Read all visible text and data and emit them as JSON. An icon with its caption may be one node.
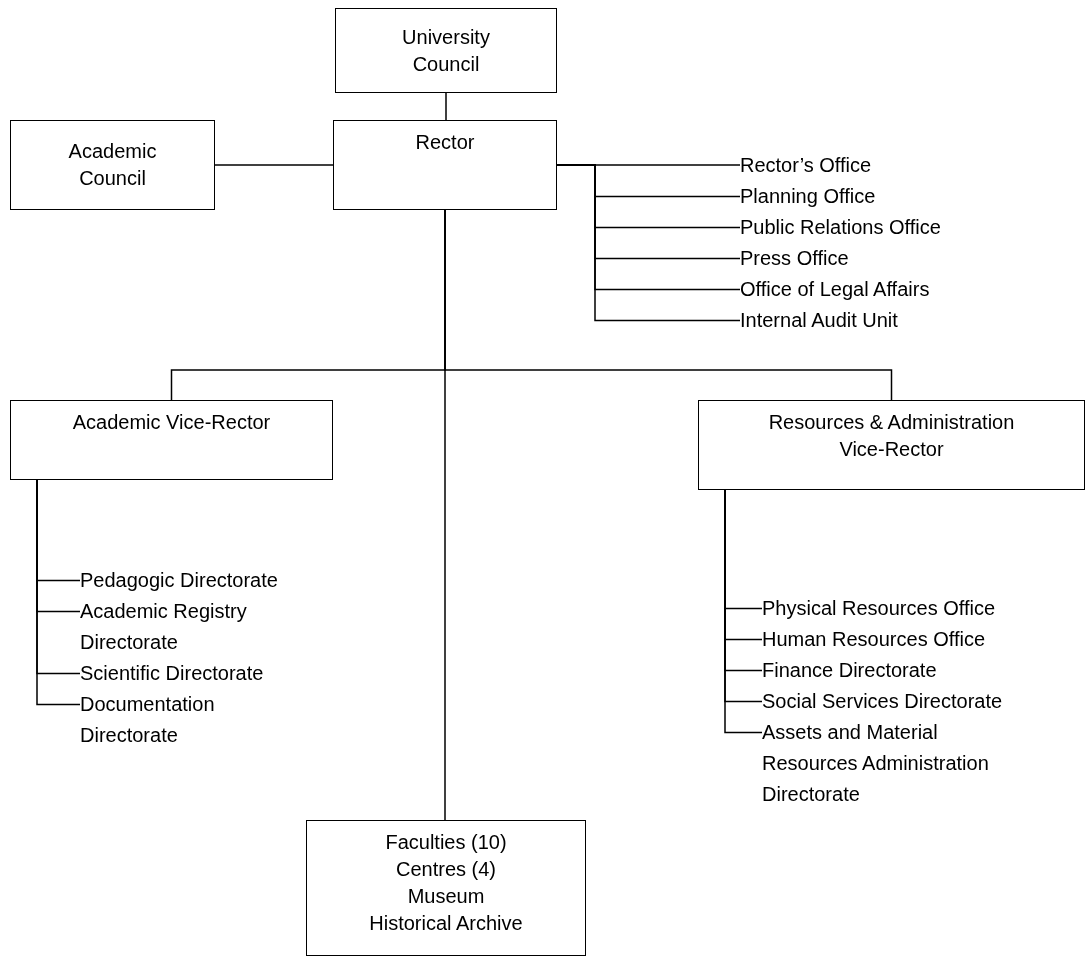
{
  "diagram": {
    "nodes": [
      {
        "text": [
          "University Council"
        ]
      },
      {
        "text": [
          "Academic Council"
        ]
      },
      {
        "text": [
          "Rector"
        ]
      },
      {
        "text": [
          "Rector’s Office"
        ]
      },
      {
        "text": [
          "Planning Office"
        ]
      },
      {
        "text": [
          "Public Relations Office"
        ]
      },
      {
        "text": [
          "Press Office"
        ]
      },
      {
        "text": [
          "Office of Legal Affairs"
        ]
      },
      {
        "text": [
          "Internal Audit Unit"
        ]
      },
      {
        "text": [
          "Academic Vice-Rector"
        ]
      },
      {
        "text": [
          "Resources & Administration Vice-Rector"
        ]
      },
      {
        "text": [
          "Pedagogic Directorate"
        ]
      },
      {
        "text": [
          "Academic Registry Directorate"
        ]
      },
      {
        "text": [
          "Scientific Directorate"
        ]
      },
      {
        "text": [
          "Documentation Directorate"
        ]
      },
      {
        "text": [
          "Physical Resources Office"
        ]
      },
      {
        "text": [
          "Human Resources Office"
        ]
      },
      {
        "text": [
          "Finance Directorate"
        ]
      },
      {
        "text": [
          "Social Services Directorate"
        ]
      },
      {
        "text": [
          "Assets and Material Resources Administration Directorate"
        ]
      },
      {
        "text": [
          "Faculties (10)",
          "Centres (4)",
          "Museum",
          "Historical Archive"
        ]
      }
    ],
    "edges": [
      {
        "from": 0,
        "to": 2,
        "arrow": "none"
      },
      {
        "from": 1,
        "to": 2,
        "arrow": "none"
      },
      {
        "from": 2,
        "to": 3,
        "arrow": "none"
      },
      {
        "from": 2,
        "to": 4,
        "arrow": "none"
      },
      {
        "from": 2,
        "to": 5,
        "arrow": "none"
      },
      {
        "from": 2,
        "to": 6,
        "arrow": "none"
      },
      {
        "from": 2,
        "to": 7,
        "arrow": "none"
      },
      {
        "from": 2,
        "to": 8,
        "arrow": "none"
      },
      {
        "from": 2,
        "to": 9,
        "arrow": "none"
      },
      {
        "from": 2,
        "to": 10,
        "arrow": "none"
      },
      {
        "from": 2,
        "to": 20,
        "arrow": "none"
      },
      {
        "from": 9,
        "to": 11,
        "arrow": "none"
      },
      {
        "from": 9,
        "to": 12,
        "arrow": "none"
      },
      {
        "from": 9,
        "to": 13,
        "arrow": "none"
      },
      {
        "from": 9,
        "to": 14,
        "arrow": "none"
      },
      {
        "from": 10,
        "to": 15,
        "arrow": "none"
      },
      {
        "from": 10,
        "to": 16,
        "arrow": "none"
      },
      {
        "from": 10,
        "to": 17,
        "arrow": "none"
      },
      {
        "from": 10,
        "to": 18,
        "arrow": "none"
      },
      {
        "from": 10,
        "to": 19,
        "arrow": "none"
      }
    ]
  }
}
